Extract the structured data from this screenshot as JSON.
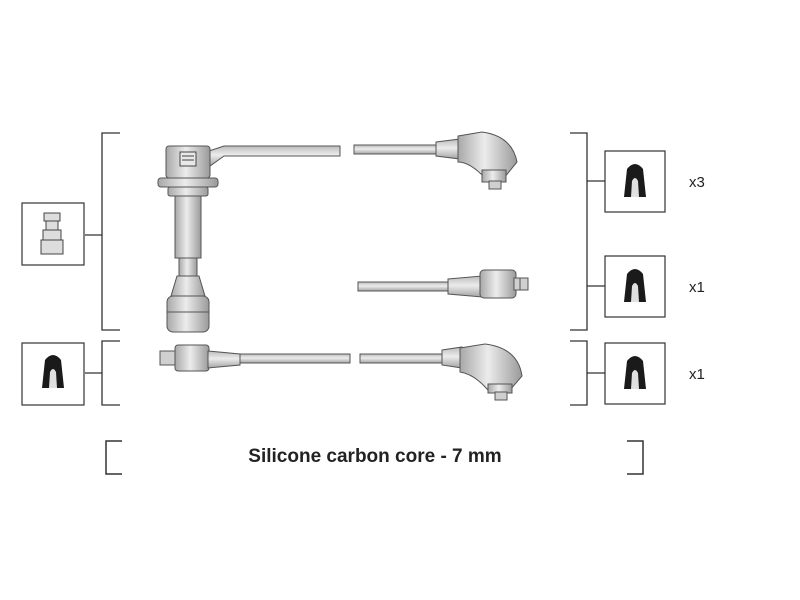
{
  "caption": "Silicone carbon core - 7 mm",
  "quantities": {
    "top_group": "x3",
    "middle_lead": "x1",
    "bottom_lead": "x1"
  },
  "colors": {
    "line": "#333333",
    "part_fill": "#d6d6d6",
    "part_stroke": "#555555",
    "terminal_fill": "#1a1a1a"
  },
  "icons": {
    "left_top": "spark-plug-connector-icon",
    "left_bottom": "terminal-boot-icon",
    "right_top": "terminal-boot-icon",
    "right_middle": "terminal-boot-icon",
    "right_bottom": "terminal-boot-icon"
  }
}
